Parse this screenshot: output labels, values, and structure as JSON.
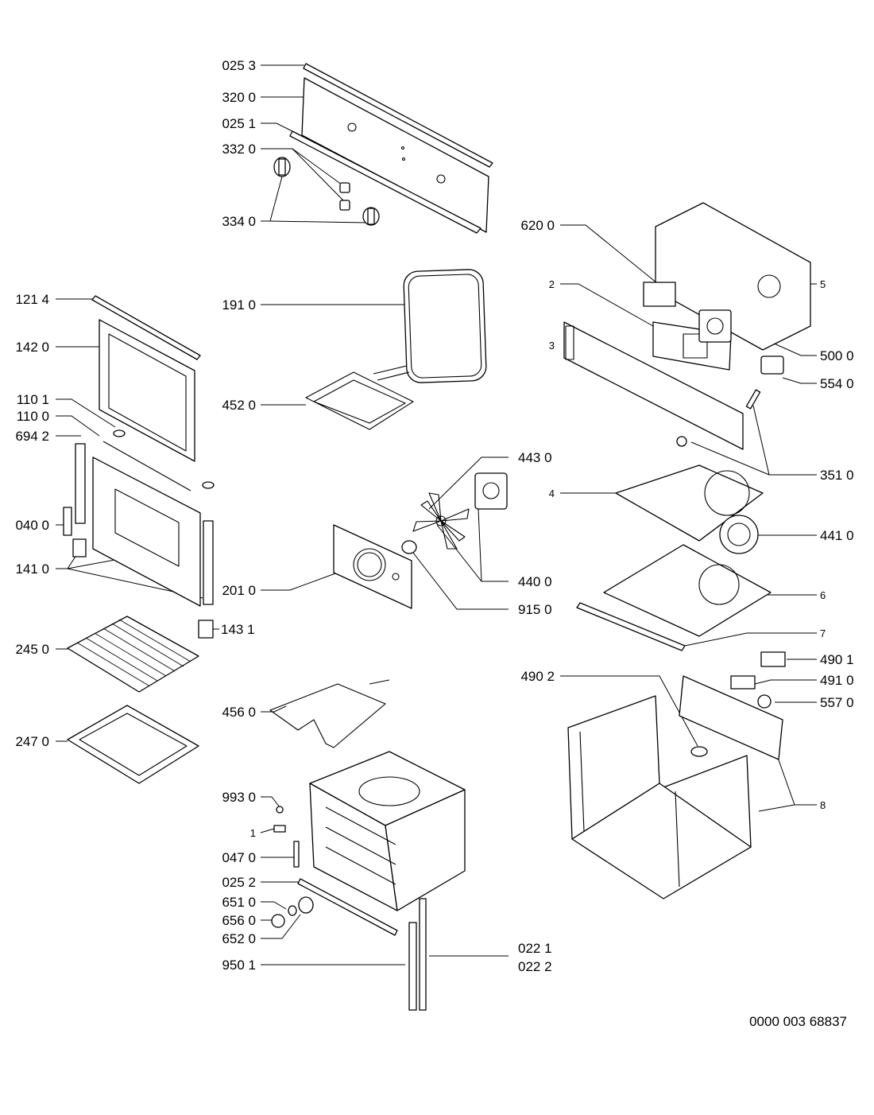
{
  "labels": {
    "l0253": "025 3",
    "l3200": "320 0",
    "l0251": "025 1",
    "l3320": "332 0",
    "l3340": "334 0",
    "l1214": "121 4",
    "l1910": "191 0",
    "l1420": "142 0",
    "l4520": "452 0",
    "l1101": "110 1",
    "l1100": "110 0",
    "l6942": "694 2",
    "l0400": "040 0",
    "l1410": "141 0",
    "l2010": "201 0",
    "l1431": "143 1",
    "l2450": "245 0",
    "l2470": "247 0",
    "l4560": "456 0",
    "l9930": "993 0",
    "l1": "1",
    "l0470": "047 0",
    "l0252": "025 2",
    "l6510": "651 0",
    "l6560": "656 0",
    "l6520": "652 0",
    "l9501": "950 1",
    "l0221": "022 1",
    "l0222": "022 2",
    "l4430": "443 0",
    "l4400": "440 0",
    "l9150": "915 0",
    "l6200": "620 0",
    "l2": "2",
    "l3": "3",
    "l5": "5",
    "l5000": "500 0",
    "l5540": "554 0",
    "l3510": "351 0",
    "l4": "4",
    "l4410": "441 0",
    "l6": "6",
    "l7": "7",
    "l4901": "490 1",
    "l4902": "490 2",
    "l4910": "491 0",
    "l5570": "557 0",
    "l8": "8"
  },
  "reference_number": "0000 003 68837"
}
